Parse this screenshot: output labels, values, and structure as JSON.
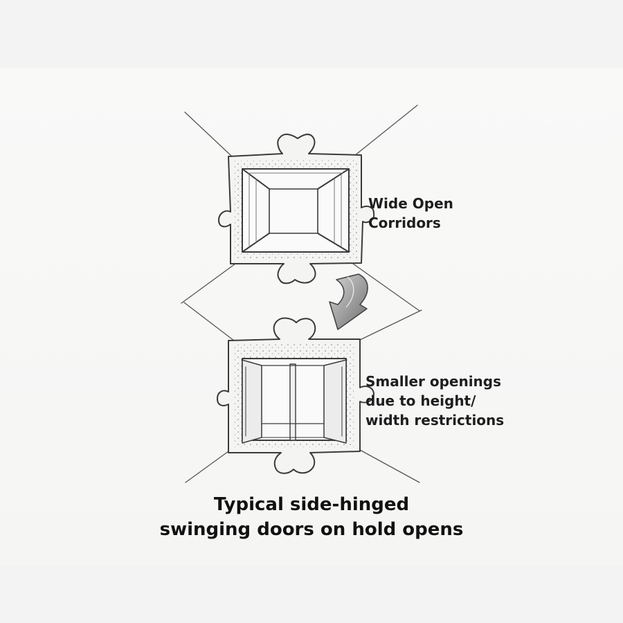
{
  "diagram": {
    "top_label": "Wide Open\nCorridors",
    "bottom_label": "Smaller openings\ndue to height/\nwidth restrictions",
    "caption_line1": "Typical side-hinged",
    "caption_line2": "swinging doors on hold opens"
  },
  "icons": {
    "top_frame": "puzzle-frame-open-corridor-icon",
    "bottom_frame": "puzzle-frame-double-door-icon",
    "transition": "curved-down-arrow-icon"
  },
  "colors": {
    "ink": "#3a3a3a",
    "background": "#f3f3f3",
    "paper": "#f7f7f6",
    "arrow_fill": "#9a9a9a"
  }
}
